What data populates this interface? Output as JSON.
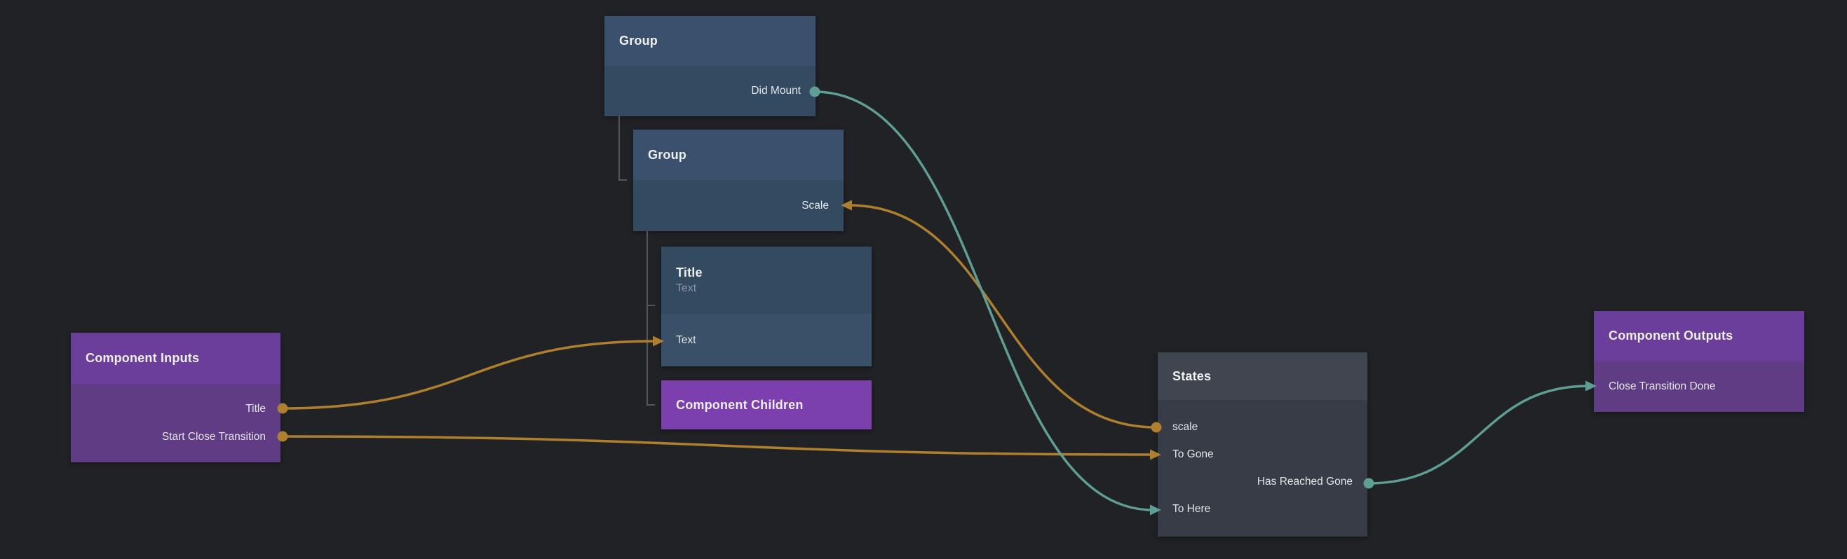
{
  "app": {
    "view": "component-node-graph"
  },
  "colors": {
    "background": "#212225",
    "wire_data_orange": "#ad7f2e",
    "wire_event_teal": "#5f9e95",
    "node_blue_header": "#3a506c",
    "node_blue_body": "#344a61",
    "node_gray_header": "#40454f",
    "node_gray_body": "#383c46",
    "node_purple_header": "#6c3e9b",
    "node_purple_body": "#5f3c84",
    "node_purple_solid": "#7b3fae",
    "hierarchy_line": "#54575b"
  },
  "nodes": {
    "group1": {
      "title": "Group",
      "ports": {
        "did_mount": {
          "label": "Did Mount",
          "kind": "output",
          "side": "right"
        }
      }
    },
    "group2": {
      "title": "Group",
      "ports": {
        "scale": {
          "label": "Scale",
          "kind": "input",
          "side": "right"
        }
      }
    },
    "title_text": {
      "title": "Title",
      "subtitle": "Text",
      "ports": {
        "text": {
          "label": "Text",
          "kind": "input",
          "side": "left"
        }
      }
    },
    "component_children": {
      "title": "Component Children"
    },
    "component_inputs": {
      "title": "Component Inputs",
      "ports": {
        "title": {
          "label": "Title",
          "kind": "output",
          "side": "right"
        },
        "start_close_transition": {
          "label": "Start Close Transition",
          "kind": "output",
          "side": "right"
        }
      }
    },
    "states": {
      "title": "States",
      "ports": {
        "scale": {
          "label": "scale",
          "kind": "output",
          "side": "left"
        },
        "to_gone": {
          "label": "To Gone",
          "kind": "input",
          "side": "left"
        },
        "has_reached_gone": {
          "label": "Has Reached Gone",
          "kind": "output",
          "side": "right"
        },
        "to_here": {
          "label": "To Here",
          "kind": "input",
          "side": "left"
        }
      }
    },
    "component_outputs": {
      "title": "Component Outputs",
      "ports": {
        "close_transition_done": {
          "label": "Close Transition Done",
          "kind": "input",
          "side": "left"
        }
      }
    }
  },
  "connections": [
    {
      "from": "component_inputs.title",
      "to": "title_text.text",
      "color": "#ad7f2e"
    },
    {
      "from": "component_inputs.start_close_transition",
      "to": "states.to_gone",
      "color": "#ad7f2e"
    },
    {
      "from": "states.scale",
      "to": "group2.scale",
      "color": "#ad7f2e"
    },
    {
      "from": "group1.did_mount",
      "to": "states.to_here",
      "color": "#5f9e95"
    },
    {
      "from": "states.has_reached_gone",
      "to": "component_outputs.close_transition_done",
      "color": "#5f9e95"
    }
  ],
  "hierarchy": [
    {
      "parent": "group1",
      "child": "group2"
    },
    {
      "parent": "group2",
      "child": "title_text"
    },
    {
      "parent": "group2",
      "child": "component_children"
    }
  ]
}
